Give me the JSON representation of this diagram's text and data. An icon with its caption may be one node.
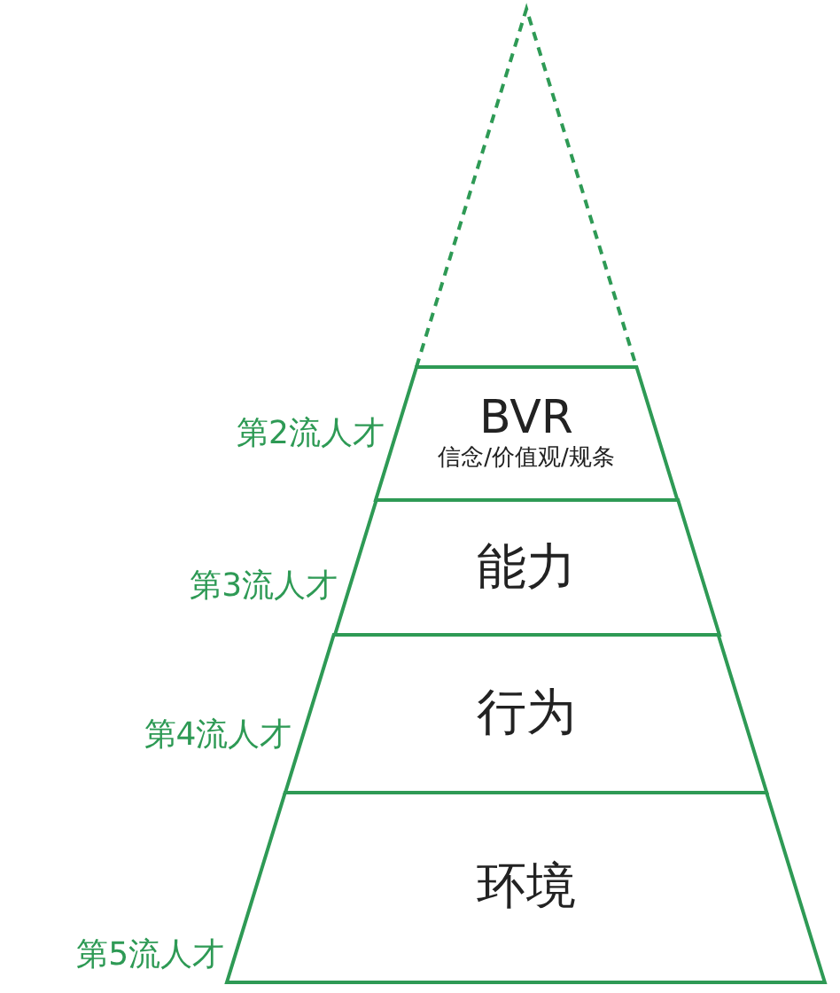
{
  "diagram": {
    "nodes": [
      {
        "text": [],
        "shape": "triangle"
      },
      {
        "text": [
          "BVR",
          "信念/价值观/规条"
        ],
        "beside": [
          "第2流人才"
        ]
      },
      {
        "text": [
          "能力"
        ],
        "beside": [
          "第3流人才"
        ]
      },
      {
        "text": [
          "行为"
        ],
        "beside": [
          "第4流人才"
        ]
      },
      {
        "text": [
          "环境"
        ],
        "beside": [
          "第5流人才"
        ]
      }
    ]
  }
}
